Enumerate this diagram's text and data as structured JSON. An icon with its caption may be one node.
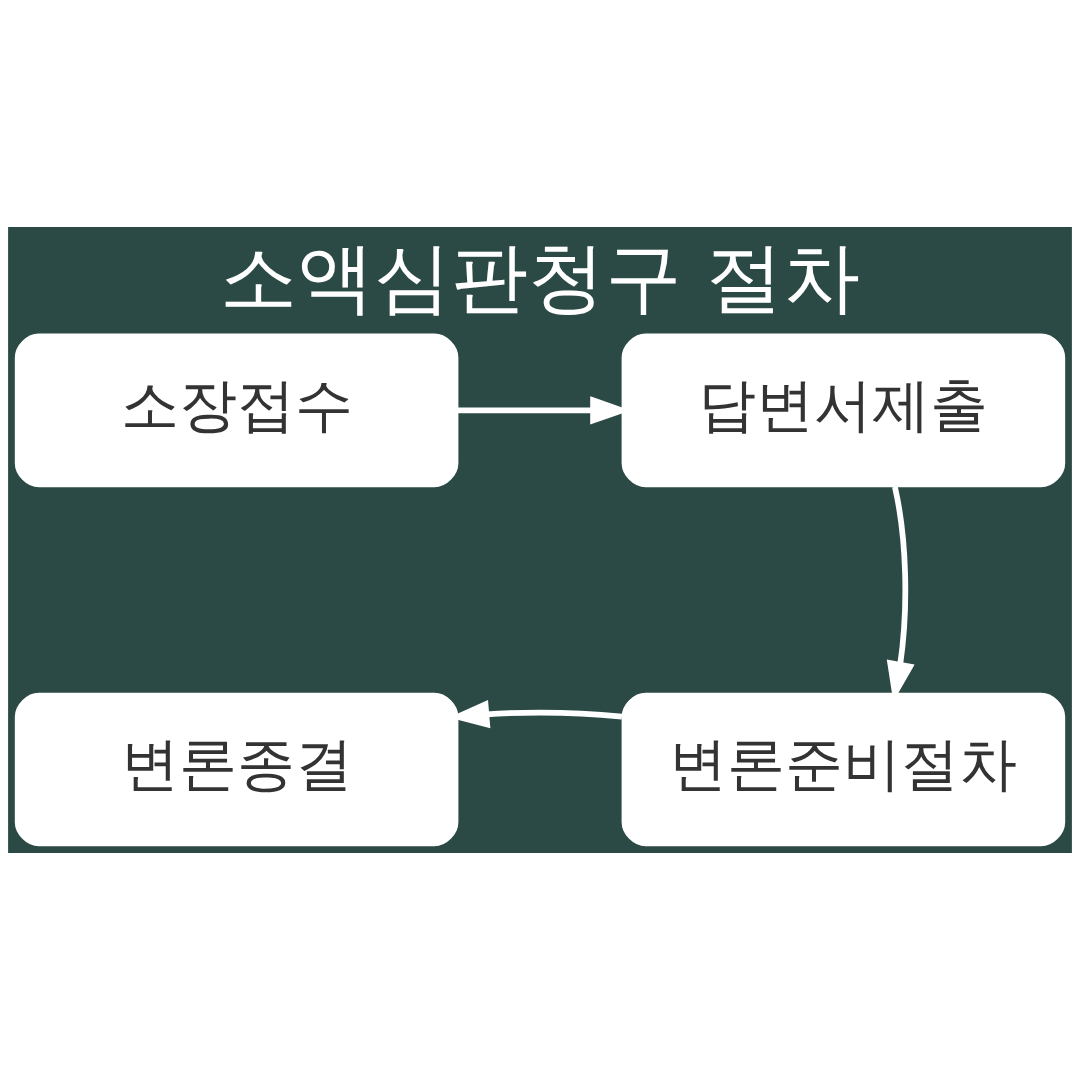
{
  "diagram": {
    "title": "소액심판청구 절차",
    "nodes": [
      {
        "text": [
          "소장접수"
        ]
      },
      {
        "text": [
          "답변서제출"
        ]
      },
      {
        "text": [
          "변론종결"
        ]
      },
      {
        "text": [
          "변론준비절차"
        ]
      }
    ],
    "edges": [
      {
        "from": 0,
        "to": 1,
        "arrow": "to"
      },
      {
        "from": 1,
        "to": 3,
        "arrow": "to"
      },
      {
        "from": 3,
        "to": 2,
        "arrow": "to"
      }
    ]
  }
}
